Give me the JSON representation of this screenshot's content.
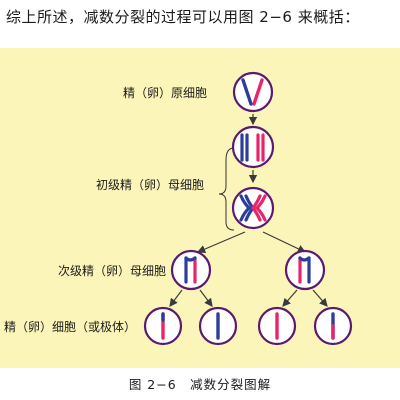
{
  "intro_text": "综上所述，减数分裂的过程可以用图 2−6 来概括：",
  "labels": {
    "primordial": "精（卵）原细胞",
    "primary": "初级精（卵）母细胞",
    "secondary": "次级精（卵）母细胞",
    "gametes": "精（卵）细胞（或极体）"
  },
  "caption": "图 2−6　减数分裂图解",
  "colors": {
    "panel_background": "#fbf5b9",
    "cell_fill": "#ffffff",
    "cell_outline": "#5a1a6e",
    "chromosome_blue": "#2b3f9a",
    "chromosome_red": "#e8256a",
    "arrow": "#3a3a3a"
  }
}
